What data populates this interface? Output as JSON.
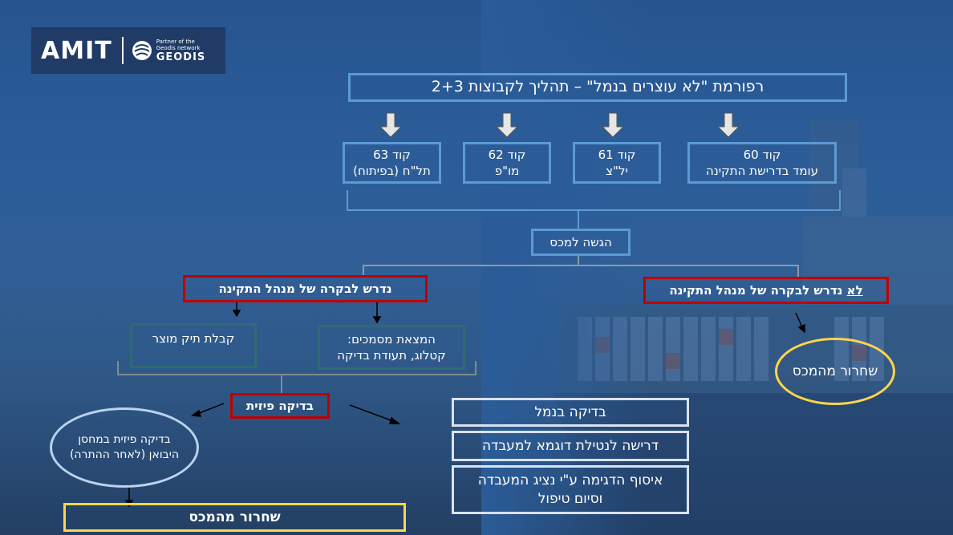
{
  "logo": {
    "brand": "AMIT",
    "partner_line1": "Partner of the",
    "partner_line2": "Geodis network",
    "network": "GEODIS"
  },
  "title": "רפורמת \"לא עוצרים בנמל\" – תהליך לקבוצות 2+3",
  "codes": [
    {
      "line1": "קוד 60",
      "line2": "עומד בדרישת התקינה"
    },
    {
      "line1": "קוד 61",
      "line2": "יל\"צ"
    },
    {
      "line1": "קוד 62",
      "line2": "מו\"פ"
    },
    {
      "line1": "קוד 63",
      "line2": "תל\"ח (בפיתוח)"
    }
  ],
  "submission": "הגשה למכס",
  "not_required": {
    "emph": "לא",
    "rest": " נדרש לבקרה של מנהל התקינה"
  },
  "required": "נדרש לבקרה של מנהל התקינה",
  "release_right": "שחרור מהמכס",
  "docs": {
    "line1": "המצאת מסמכים:",
    "line2": "קטלוג, תעודת בדיקה"
  },
  "product_file": "קבלת תיק מוצר",
  "physical_check": "בדיקה פיזית",
  "warehouse_check": {
    "line1": "בדיקה פיזית במחסן",
    "line2": "היבואן (לאחר ההתרה)"
  },
  "release_bottom": "שחרור מהמכס",
  "port_steps": [
    {
      "text": "בדיקה בנמל"
    },
    {
      "text": "דרישה לנטילת דוגמא למעבדה"
    },
    {
      "line1": "איסוף הדגימה ע\"י נציג המעבדה",
      "line2": "וסיום טיפול"
    }
  ],
  "colors": {
    "blue_box": "#5b9bd5",
    "red_box": "#c00000",
    "teal_box": "#2e6b73",
    "gold": "#ffd54a",
    "background": "#2b5c98"
  }
}
